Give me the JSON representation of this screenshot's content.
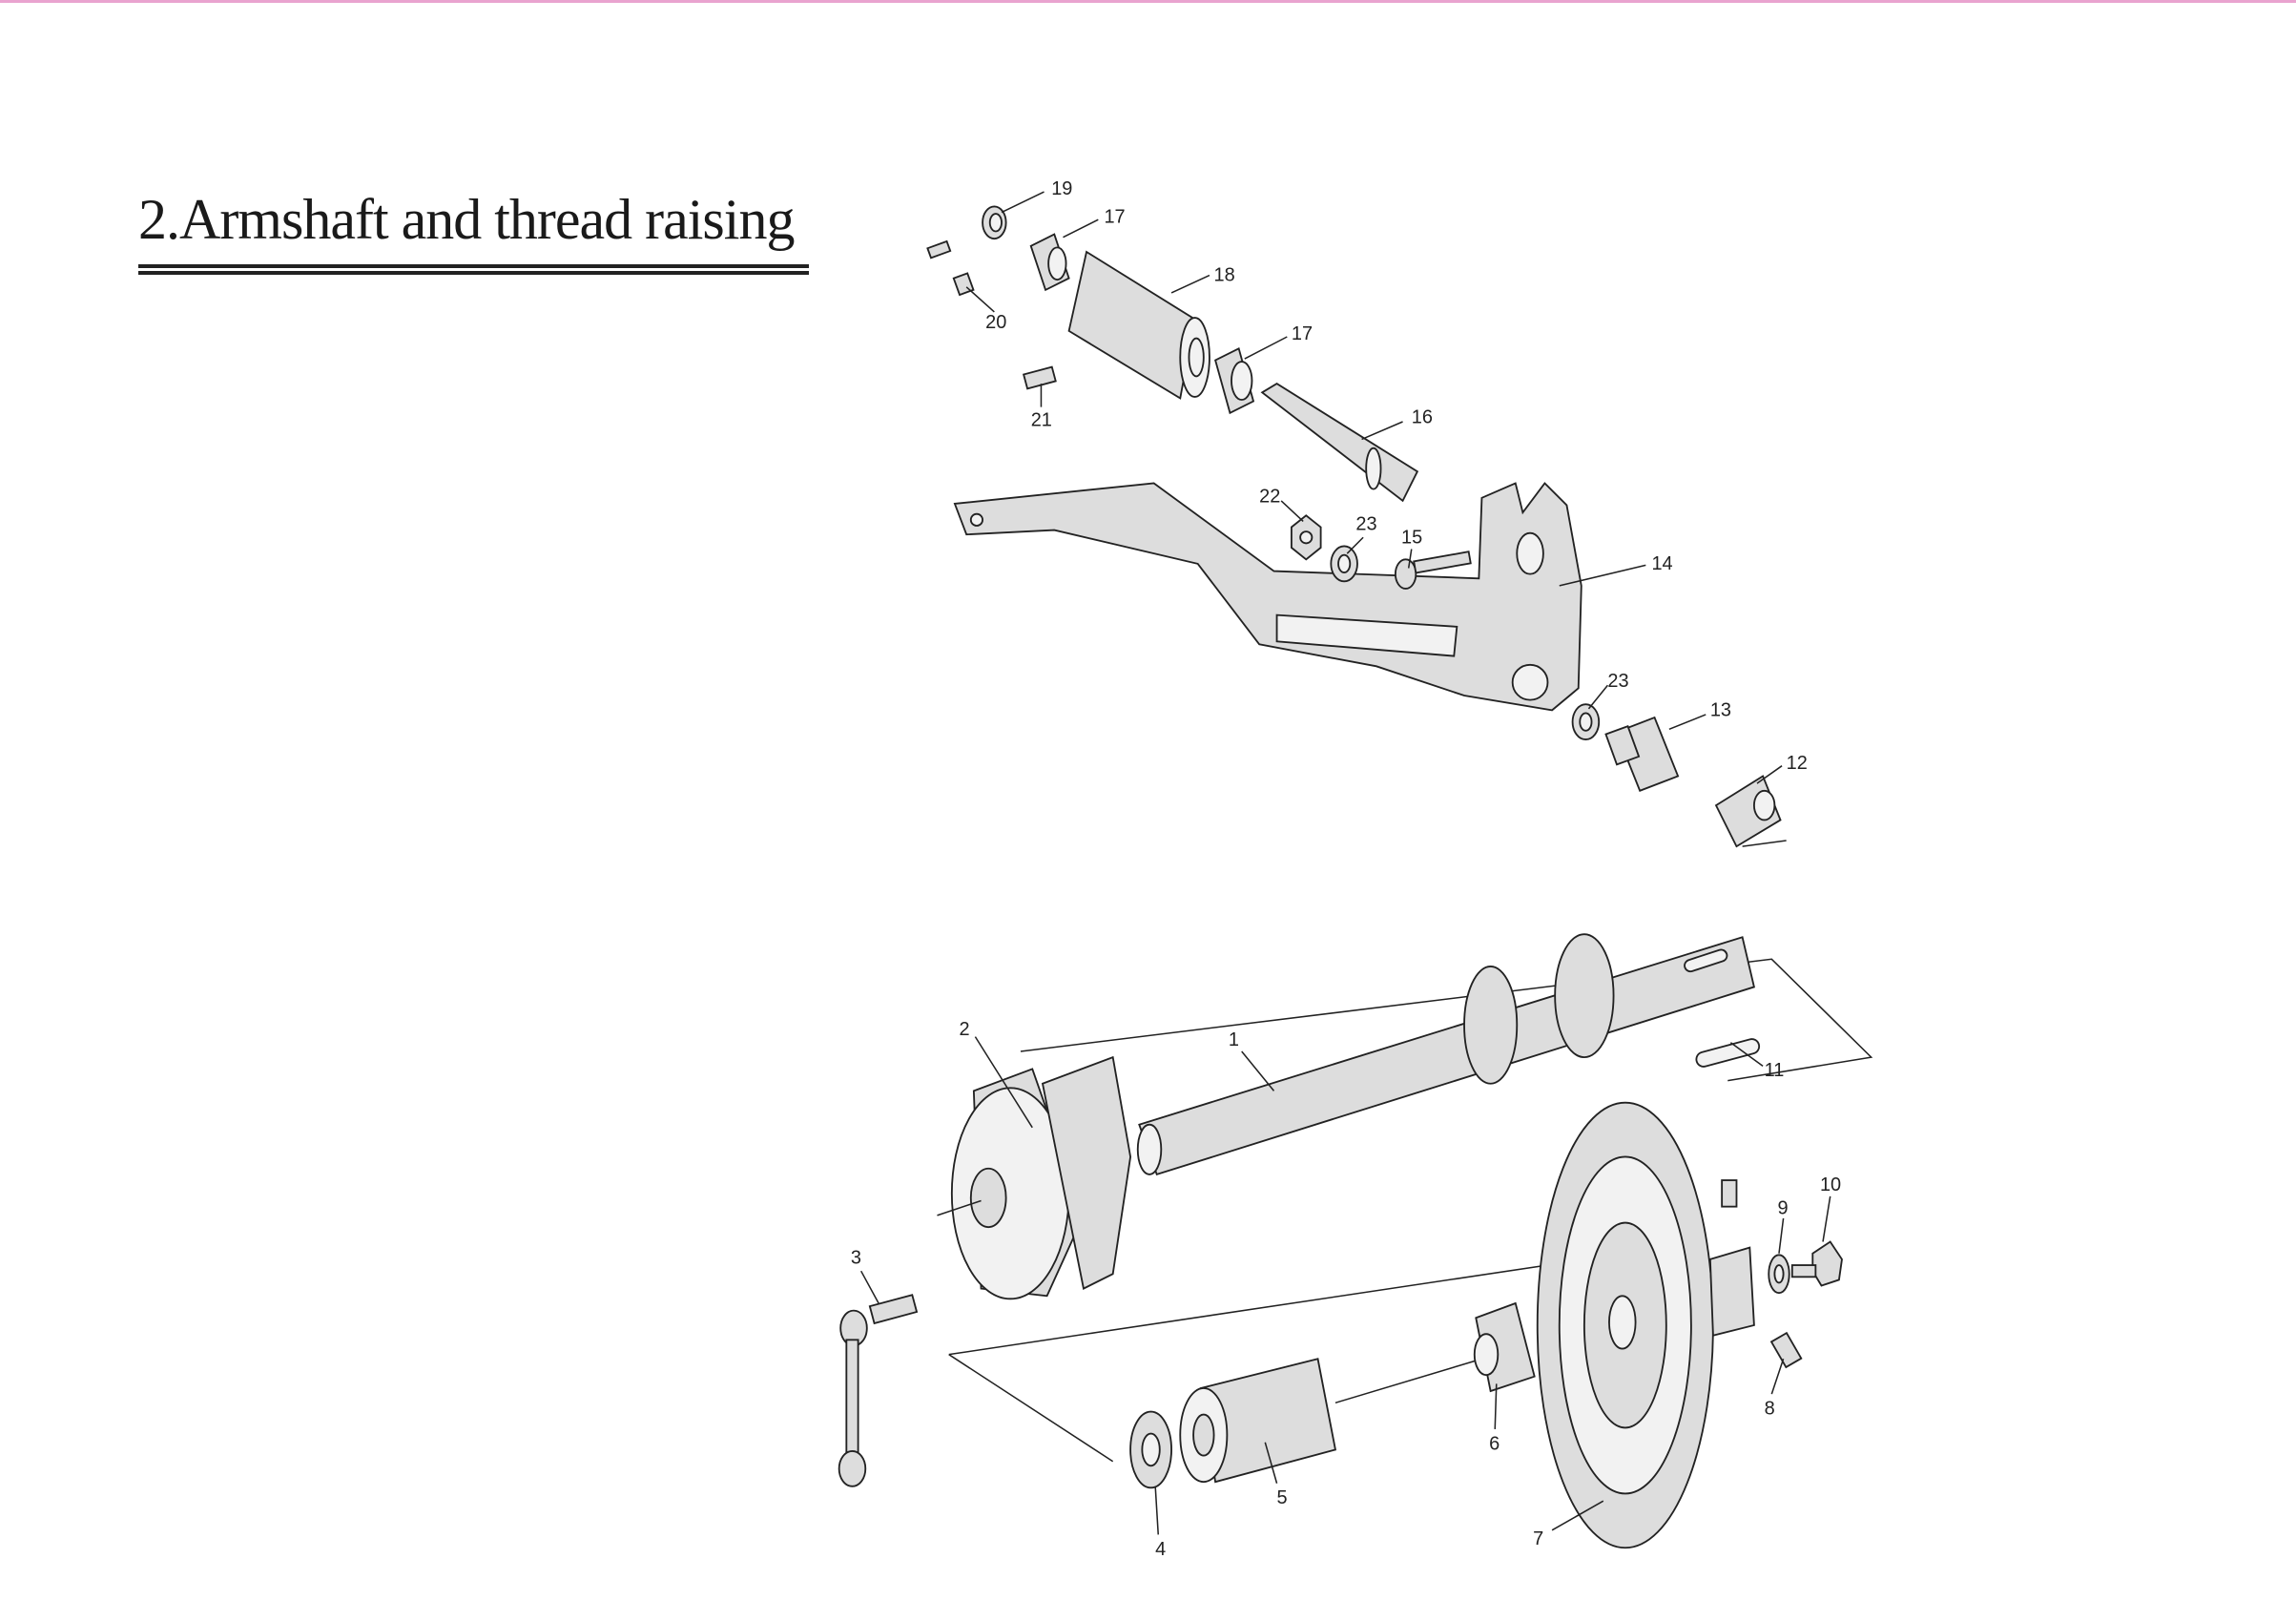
{
  "section_title": "2.Armshaft and thread raising",
  "part_labels": [
    "19",
    "17",
    "18",
    "20",
    "17",
    "21",
    "16",
    "22",
    "23",
    "15",
    "14",
    "23",
    "13",
    "12",
    "2",
    "1",
    "11",
    "10",
    "9",
    "3",
    "8",
    "6",
    "5",
    "7",
    "4"
  ],
  "colors": {
    "top_border": "#e9a3cf",
    "ink": "#222222"
  }
}
